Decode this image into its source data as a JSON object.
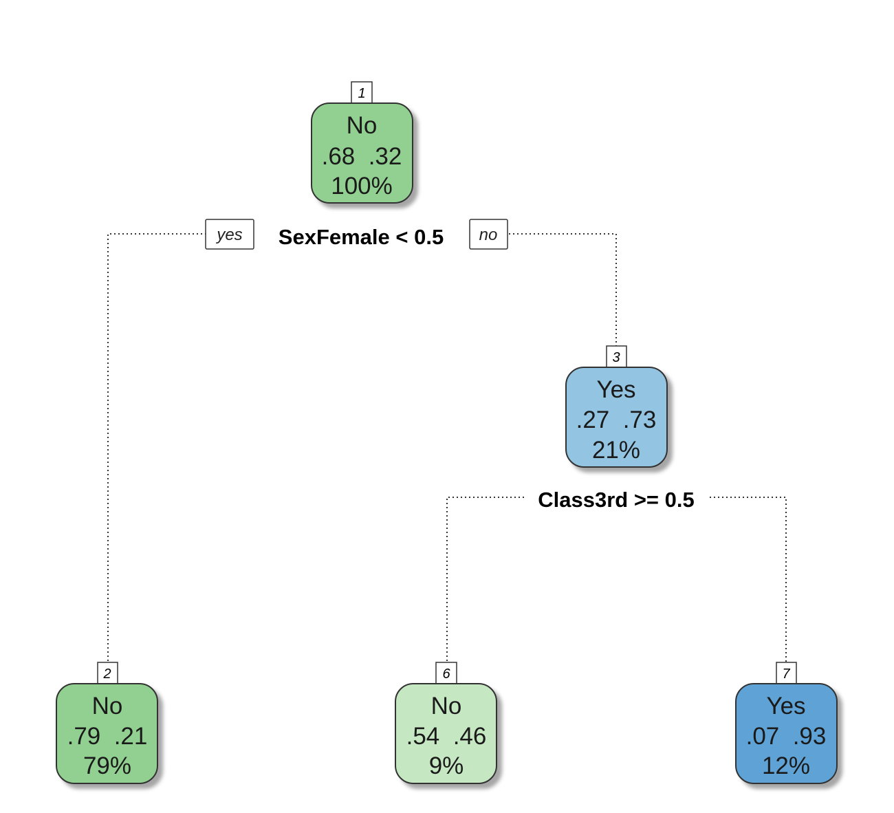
{
  "nodes": [
    {
      "id": "1",
      "label": "No",
      "probs": ".68  .32",
      "pct": "100%",
      "fill": "#92d092"
    },
    {
      "id": "2",
      "label": "No",
      "probs": ".79  .21",
      "pct": "79%",
      "fill": "#92d092"
    },
    {
      "id": "3",
      "label": "Yes",
      "probs": ".27  .73",
      "pct": "21%",
      "fill": "#93c4e2"
    },
    {
      "id": "6",
      "label": "No",
      "probs": ".54  .46",
      "pct": "9%",
      "fill": "#c5e8c2"
    },
    {
      "id": "7",
      "label": "Yes",
      "probs": ".07  .93",
      "pct": "12%",
      "fill": "#5fa3d6"
    }
  ],
  "splits": [
    {
      "id": "split-1",
      "label": "SexFemale < 0.5"
    },
    {
      "id": "split-3",
      "label": "Class3rd >= 0.5"
    }
  ],
  "branch_labels": {
    "yes": "yes",
    "no": "no"
  }
}
